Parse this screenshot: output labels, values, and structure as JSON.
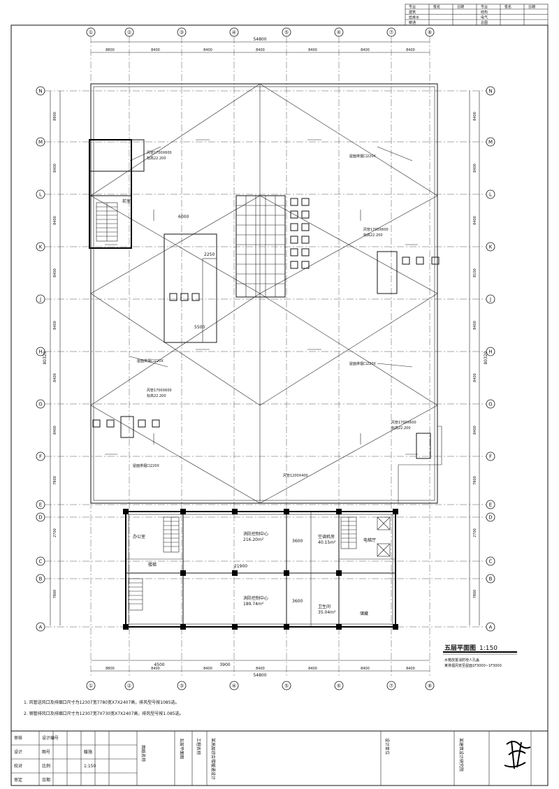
{
  "grid": {
    "cols": [
      "①",
      "②",
      "③",
      "④",
      "⑤",
      "⑥",
      "⑦",
      "⑧"
    ],
    "rows": [
      "N",
      "M",
      "L",
      "K",
      "J",
      "H",
      "G",
      "F",
      "E",
      "D",
      "C",
      "B",
      "A"
    ],
    "total_width": "54800",
    "top_spacings": [
      "8800",
      "8400",
      "8400",
      "8400",
      "8400",
      "8400",
      "8400"
    ],
    "bottom_spacings": [
      "8800",
      "8400",
      "8400",
      "8400",
      "8400",
      "8400",
      "8400"
    ],
    "bottom_total_a": "4500",
    "bottom_total_b": "3900",
    "right_spacings": [
      "8400",
      "8400",
      "8400",
      "8100",
      "8400",
      "8400",
      "8400",
      "7800",
      "2700",
      "7800"
    ],
    "left_spacings": [
      "8900",
      "8400",
      "8400",
      "8400",
      "8400",
      "8400",
      "8400",
      "7800",
      "2700",
      "7800"
    ],
    "vertical_total": "80320"
  },
  "labels": {
    "drawing_title": "五层平面图",
    "scale": "1:150",
    "note_a": "水箱放置消防栓人孔盖",
    "note_b": "某排烟风管至屋面1F3000~1F3000",
    "room_1": "办公室",
    "room_2": "前室",
    "room_3": "楼梯",
    "room_4": "电梯厅",
    "room_5": "消防控制中心",
    "room_6": "空调机房",
    "room_7": "卫生间",
    "room_8": "储藏",
    "area_1": "216.20m²",
    "area_2": "189.74m²",
    "area_3": "40.15m²",
    "area_4": "35.04m²",
    "roof_label_1": "风管1700X600",
    "roof_label_2": "风管1200X400",
    "roof_label_3": "标高22.200",
    "roof_label_4": "屋面排烟口220X",
    "dim_21900": "21900",
    "dim_3600": "3600",
    "dim_5500": "5500",
    "dim_2250": "2250",
    "dim_6000": "6000"
  },
  "notes": [
    "1. 风管送风口及排烟口尺寸为12307宽7780宽X7X2407高，排风型号按1085选。",
    "2. 钢管排风口及排烟口尺寸为12307宽7X730宽X7X2407高，排风型号按1.085选。"
  ],
  "top_table": {
    "headers": [
      "专业",
      "签名",
      "日期",
      "专业",
      "签名",
      "日期"
    ],
    "rows": [
      [
        "建筑",
        "",
        "",
        "结构",
        "",
        ""
      ],
      [
        "给排水",
        "",
        "",
        "电气",
        "",
        ""
      ],
      [
        "暖通",
        "",
        "",
        "总图",
        "",
        ""
      ]
    ]
  },
  "title_block": {
    "c1": "工程名称",
    "c2": "某高层综合楼暖通设计",
    "c3": "图纸名称",
    "c4": "五层平面图",
    "c5": "设计单位",
    "c6": "某建筑设计研究院",
    "c7": "审核",
    "c8": "设计",
    "c9": "校对",
    "c10": "审定",
    "c11": "设计编号",
    "c12": "图号",
    "c13": "暖施",
    "c14": "比例",
    "c15": "1:150",
    "c16": "日期"
  }
}
